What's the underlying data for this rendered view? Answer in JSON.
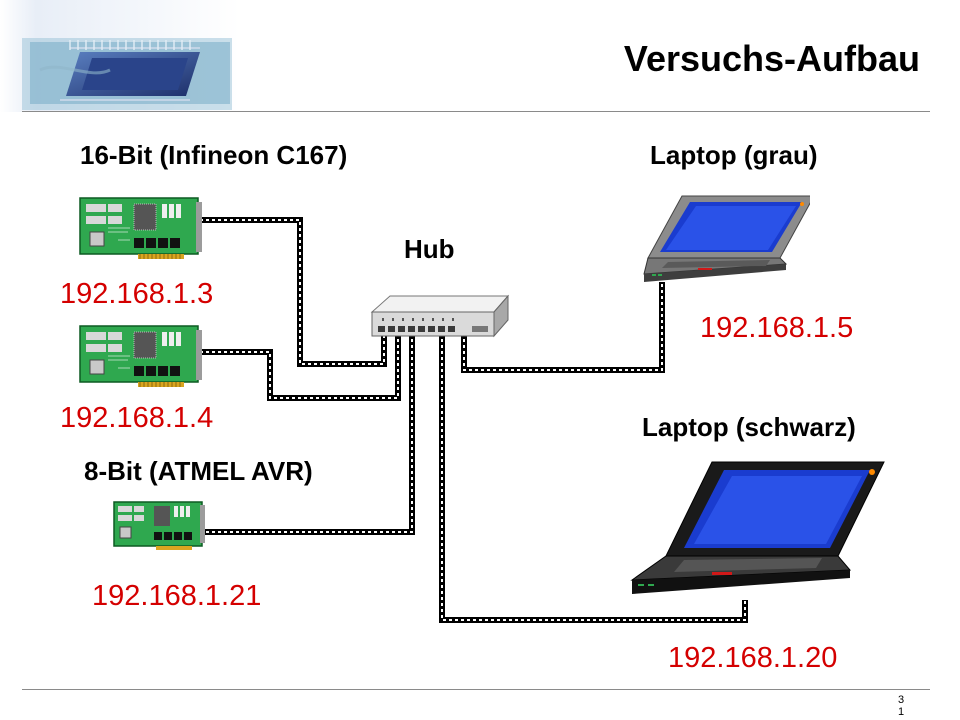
{
  "title": "Versuchs-Aufbau",
  "page_number_lines": [
    "3",
    "1"
  ],
  "labels": {
    "group16": "16-Bit (Infineon C167)",
    "group8": "8-Bit (ATMEL AVR)",
    "hub": "Hub",
    "laptop_grey": "Laptop (grau)",
    "laptop_black": "Laptop (schwarz)"
  },
  "ips": {
    "board1": "192.168.1.3",
    "board2": "192.168.1.4",
    "board_avr": "192.168.1.21",
    "laptop_grey": "192.168.1.5",
    "laptop_black": "192.168.1.20"
  },
  "colors": {
    "ip_text": "#d40000",
    "cable": "#000000",
    "pcb_green": "#2fa84f",
    "laptop_screen": "#1a3ccf",
    "hub_body": "#dadada"
  },
  "icons": [
    "chip-banner-image",
    "circuit-board-icon",
    "network-hub-icon",
    "laptop-icon"
  ]
}
